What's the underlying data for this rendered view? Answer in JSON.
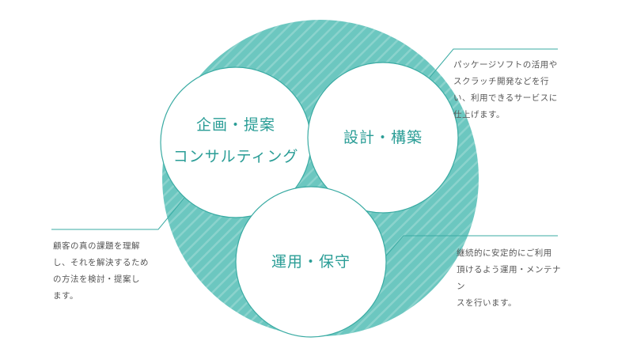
{
  "diagram": {
    "circles": [
      {
        "id": "planning",
        "label": "企画・提案\nコンサルティング"
      },
      {
        "id": "design",
        "label": "設計・構築"
      },
      {
        "id": "operation",
        "label": "運用・保守"
      }
    ],
    "notes": [
      {
        "id": "design",
        "text": "パッケージソフトの活用や\nスクラッチ開発などを行\nい、利用できるサービスに\n仕上げます。"
      },
      {
        "id": "planning",
        "text": "顧客の真の課題を理解\nし、それを解決するため\nの方法を検討・提案し\nます。"
      },
      {
        "id": "operation",
        "text": "継続的に安定的にご利用\n頂けるよう運用・メンテナン\nスを行います。"
      }
    ]
  },
  "colors": {
    "teal": "#6cc7c0",
    "teal_stripe": "#8bd3cd",
    "outline": "#3aaba3",
    "text": "#2a9d96",
    "note_text": "#555555",
    "white": "#ffffff"
  }
}
